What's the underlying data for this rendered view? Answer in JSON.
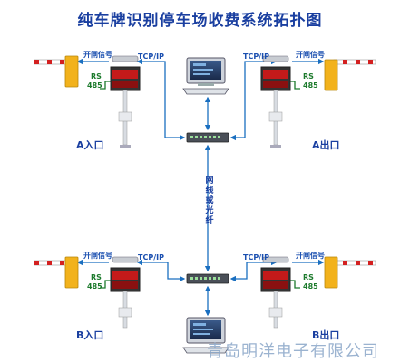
{
  "title": "纯车牌识别停车场收费系统拓扑图",
  "labels": {
    "open_signal": "开闸信号",
    "tcp_ip": "TCP/IP",
    "rs": "RS",
    "rs_num": "485",
    "network_cable": "网线或光纤"
  },
  "gates": {
    "a_in": "A入口",
    "a_out": "A出口",
    "b_in": "B入口",
    "b_out": "B出口"
  },
  "watermark": "青岛明洋电子有限公司",
  "colors": {
    "title": "#1a3fa0",
    "arrow": "#1a6fc0",
    "barrier_yellow": "#f2b21c",
    "barrier_red": "#d32020",
    "display": "#c41a1a"
  }
}
